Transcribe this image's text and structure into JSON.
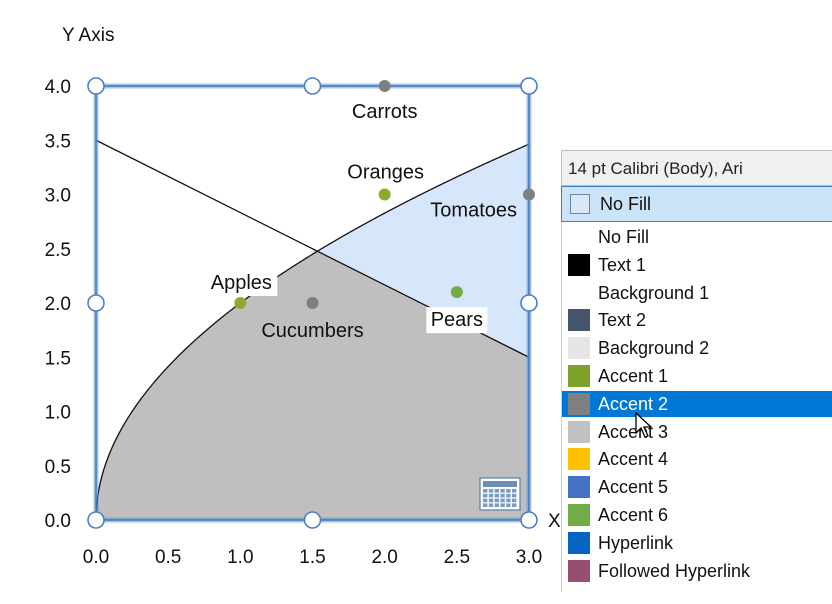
{
  "chart_data": {
    "type": "scatter",
    "title": "",
    "xlabel": "X",
    "ylabel": "Y Axis",
    "xlim": [
      0.0,
      3.0
    ],
    "ylim": [
      0.0,
      4.0
    ],
    "x_ticks": [
      "0.0",
      "0.5",
      "1.0",
      "1.5",
      "2.0",
      "2.5",
      "3.0"
    ],
    "y_ticks": [
      "0.0",
      "0.5",
      "1.0",
      "1.5",
      "2.0",
      "2.5",
      "3.0",
      "3.5",
      "4.0"
    ],
    "points": [
      {
        "label": "Apples",
        "x": 1.0,
        "y": 2.0,
        "color": "#8bab2b"
      },
      {
        "label": "Cucumbers",
        "x": 1.5,
        "y": 2.0,
        "color": "#7f7f7f"
      },
      {
        "label": "Oranges",
        "x": 2.0,
        "y": 3.0,
        "color": "#8bab2b"
      },
      {
        "label": "Carrots",
        "x": 2.0,
        "y": 4.0,
        "color": "#7f7f7f"
      },
      {
        "label": "Pears",
        "x": 2.5,
        "y": 2.1,
        "color": "#70ad47"
      },
      {
        "label": "Tomatoes",
        "x": 3.0,
        "y": 3.0,
        "color": "#7f7f7f"
      }
    ],
    "line": {
      "x": [
        0.0,
        3.0
      ],
      "y": [
        3.5,
        1.5
      ]
    },
    "curve": {
      "formula": "y = 2*sqrt(x)",
      "x_range": [
        0.0,
        3.0
      ]
    },
    "regions": [
      {
        "name": "below-curve-and-line",
        "color": "#bfbfbf"
      },
      {
        "name": "between-line-and-curve",
        "color": "#d6e6fb"
      }
    ]
  },
  "format_toolbar": {
    "font_label": "14 pt Calibri (Body), Ari",
    "fill_value": "No Fill"
  },
  "fill_options": [
    {
      "label": "No Fill",
      "color": ""
    },
    {
      "label": "Text 1",
      "color": "#000000"
    },
    {
      "label": "Background 1",
      "color": "#ffffff"
    },
    {
      "label": "Text 2",
      "color": "#44546a"
    },
    {
      "label": "Background 2",
      "color": "#e7e6e6"
    },
    {
      "label": "Accent 1",
      "color": "#7ca22a"
    },
    {
      "label": "Accent 2",
      "color": "#7f7f7f"
    },
    {
      "label": "Accent 3",
      "color": "#c0c0c0"
    },
    {
      "label": "Accent 4",
      "color": "#ffc000"
    },
    {
      "label": "Accent 5",
      "color": "#4472c4"
    },
    {
      "label": "Accent 6",
      "color": "#70ad47"
    },
    {
      "label": "Hyperlink",
      "color": "#0563c1"
    },
    {
      "label": "Followed Hyperlink",
      "color": "#954f72"
    }
  ],
  "selected_option": "Accent 2"
}
